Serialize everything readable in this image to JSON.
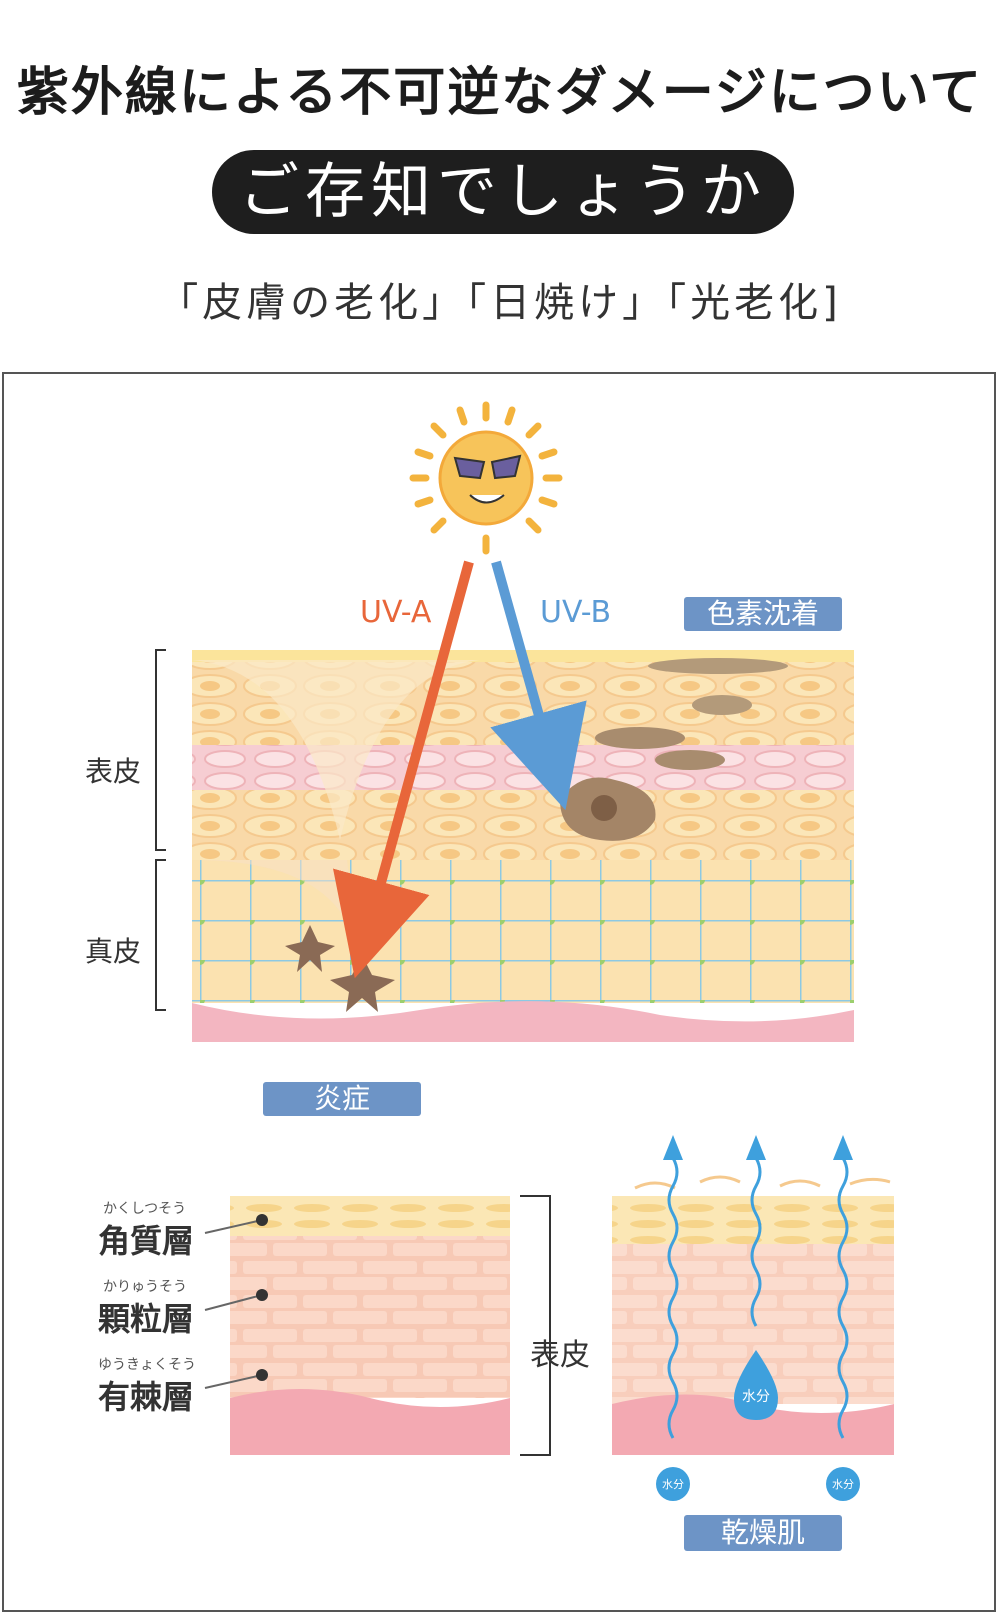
{
  "header": {
    "headline": "紫外線による不可逆なダメージについて",
    "pill": "ご存知でしょうか",
    "topics": "「皮膚の老化」「日焼け」「光老化]"
  },
  "diagram_top": {
    "uva_label": "UV-A",
    "uvb_label": "UV-B",
    "pigment_tag": "色素沈着",
    "epidermis_label": "表皮",
    "dermis_label": "真皮",
    "inflammation_tag": "炎症",
    "colors": {
      "uva": "#e8663a",
      "uvb": "#5b9bd5",
      "tag": "#6d94c6"
    }
  },
  "diagram_bottom": {
    "layers": [
      {
        "reading": "かくしつそう",
        "name": "角質層"
      },
      {
        "reading": "かりゅうそう",
        "name": "顆粒層"
      },
      {
        "reading": "ゆうきょくそう",
        "name": "有棘層"
      }
    ],
    "epidermis_label": "表皮",
    "water_center": "水分",
    "water_left": "水分",
    "water_right": "水分",
    "dry_skin_tag": "乾燥肌"
  }
}
